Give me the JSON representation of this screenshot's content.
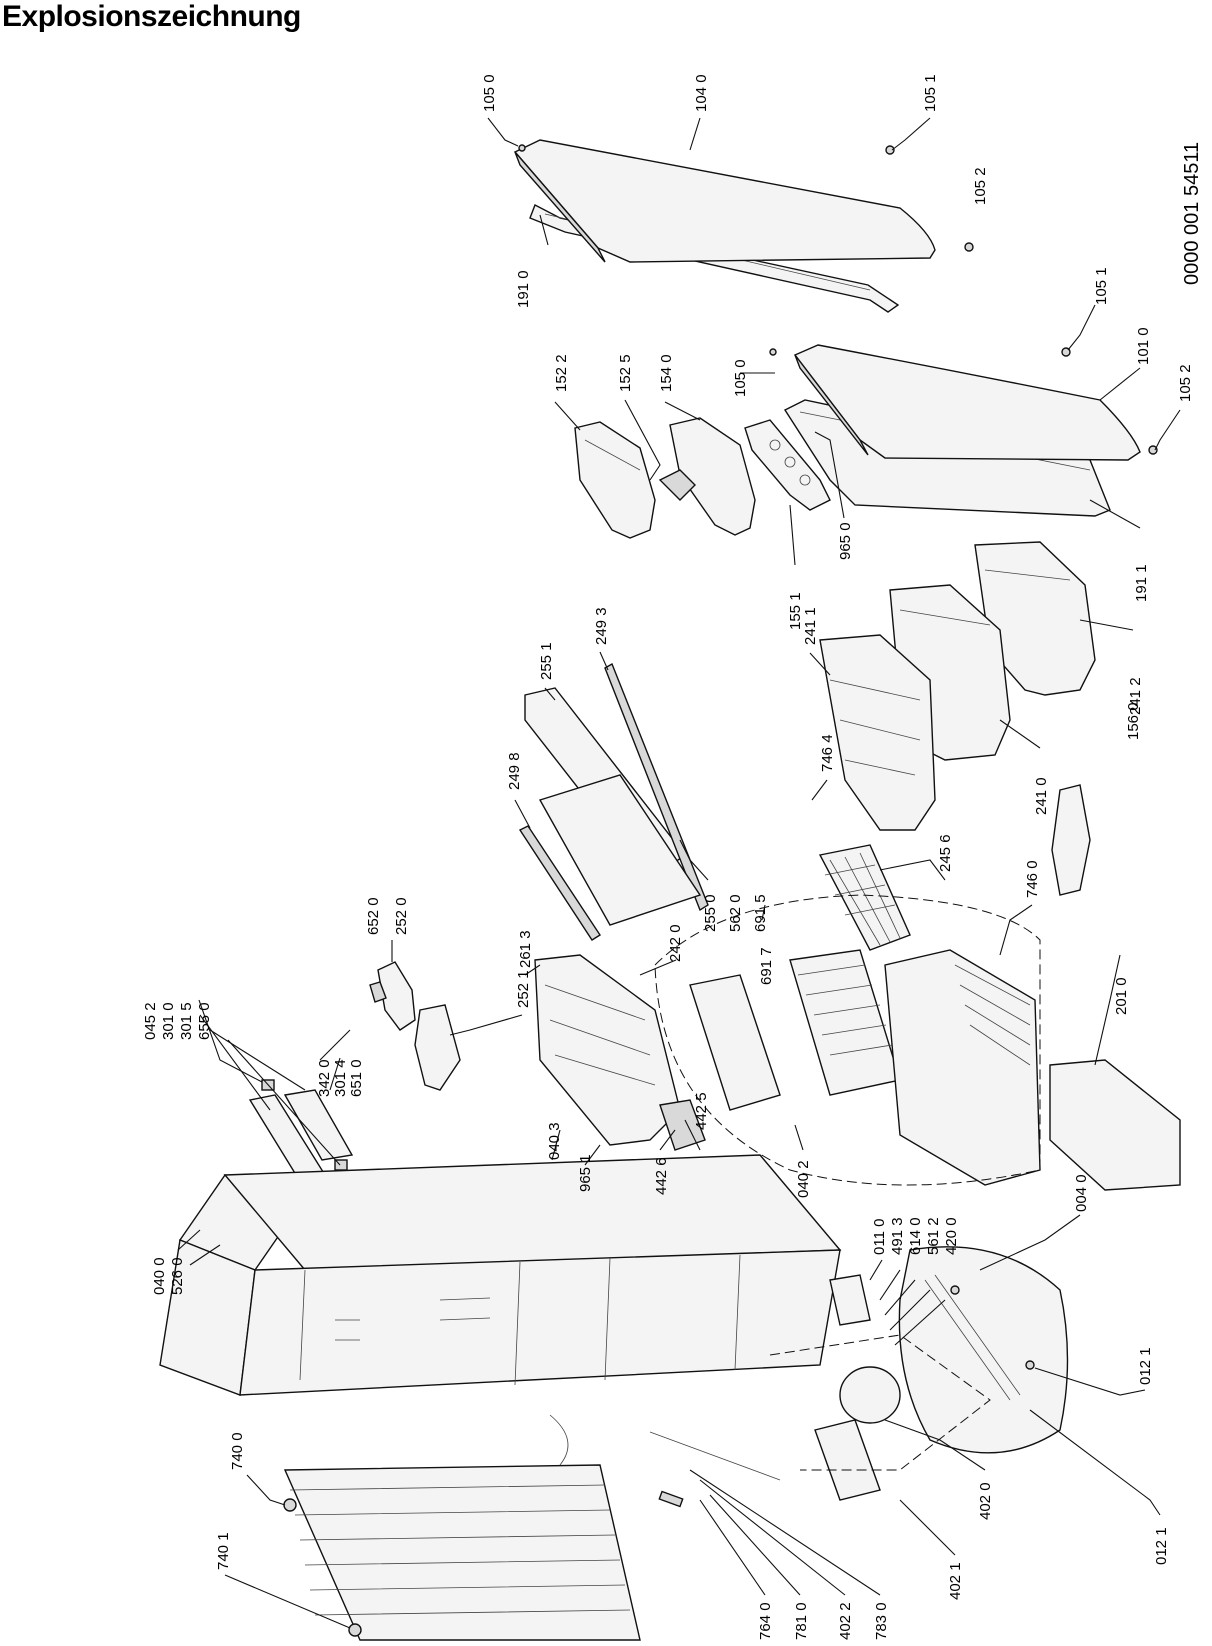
{
  "title": "Explosionszeichnung",
  "document_number": "0000 001 54511",
  "parts": [
    {
      "id": "p1050a",
      "label": "105 0"
    },
    {
      "id": "p1040",
      "label": "104 0"
    },
    {
      "id": "p1051a",
      "label": "105 1"
    },
    {
      "id": "p1052a",
      "label": "105 2"
    },
    {
      "id": "p1910",
      "label": "191 0"
    },
    {
      "id": "p1051b",
      "label": "105 1"
    },
    {
      "id": "p1010",
      "label": "101 0"
    },
    {
      "id": "p1052b",
      "label": "105 2"
    },
    {
      "id": "p1522",
      "label": "152 2"
    },
    {
      "id": "p1525",
      "label": "152 5"
    },
    {
      "id": "p1540",
      "label": "154 0"
    },
    {
      "id": "p1050b",
      "label": "105 0"
    },
    {
      "id": "p9650",
      "label": "965 0"
    },
    {
      "id": "p1551",
      "label": "155 1"
    },
    {
      "id": "p1911",
      "label": "191 1"
    },
    {
      "id": "p2411",
      "label": "241 1"
    },
    {
      "id": "p2412",
      "label": "241 2"
    },
    {
      "id": "p1560",
      "label": "156 0"
    },
    {
      "id": "p2410",
      "label": "241 0"
    },
    {
      "id": "p2493",
      "label": "249 3"
    },
    {
      "id": "p2551",
      "label": "255 1"
    },
    {
      "id": "p2498",
      "label": "249 8"
    },
    {
      "id": "p7464",
      "label": "746 4"
    },
    {
      "id": "p2456",
      "label": "245 6"
    },
    {
      "id": "p2550",
      "label": "255 0"
    },
    {
      "id": "p5620",
      "label": "562 0"
    },
    {
      "id": "p6915",
      "label": "691 5"
    },
    {
      "id": "p6917",
      "label": "691 7"
    },
    {
      "id": "p7460",
      "label": "746 0"
    },
    {
      "id": "p6520",
      "label": "652 0"
    },
    {
      "id": "p2520",
      "label": "252 0"
    },
    {
      "id": "p2613",
      "label": "261 3"
    },
    {
      "id": "p2420",
      "label": "242 0"
    },
    {
      "id": "p2521",
      "label": "252 1"
    },
    {
      "id": "p2010",
      "label": "201 0"
    },
    {
      "id": "p0452",
      "label": "045 2"
    },
    {
      "id": "p3010",
      "label": "301 0"
    },
    {
      "id": "p3015",
      "label": "301 5"
    },
    {
      "id": "p6550",
      "label": "655 0"
    },
    {
      "id": "p3420",
      "label": "342 0"
    },
    {
      "id": "p3014",
      "label": "301 4"
    },
    {
      "id": "p6510",
      "label": "651 0"
    },
    {
      "id": "p4425",
      "label": "442 5"
    },
    {
      "id": "p0403",
      "label": "040 3"
    },
    {
      "id": "p9651",
      "label": "965 1"
    },
    {
      "id": "p4426",
      "label": "442 6"
    },
    {
      "id": "p0402",
      "label": "040 2"
    },
    {
      "id": "p0400",
      "label": "040 0"
    },
    {
      "id": "p5260",
      "label": "526 0"
    },
    {
      "id": "p0110",
      "label": "011 0"
    },
    {
      "id": "p4913",
      "label": "491 3"
    },
    {
      "id": "p6140",
      "label": "614 0"
    },
    {
      "id": "p5612",
      "label": "561 2"
    },
    {
      "id": "p4200",
      "label": "420 0"
    },
    {
      "id": "p0040",
      "label": "004 0"
    },
    {
      "id": "p0121a",
      "label": "012 1"
    },
    {
      "id": "p0121b",
      "label": "012 1"
    },
    {
      "id": "p7400",
      "label": "740 0"
    },
    {
      "id": "p7401",
      "label": "740 1"
    },
    {
      "id": "p4020",
      "label": "402 0"
    },
    {
      "id": "p4021",
      "label": "402 1"
    },
    {
      "id": "p7640",
      "label": "764 0"
    },
    {
      "id": "p7810",
      "label": "781 0"
    },
    {
      "id": "p4022",
      "label": "402 2"
    },
    {
      "id": "p7830",
      "label": "783 0"
    }
  ]
}
